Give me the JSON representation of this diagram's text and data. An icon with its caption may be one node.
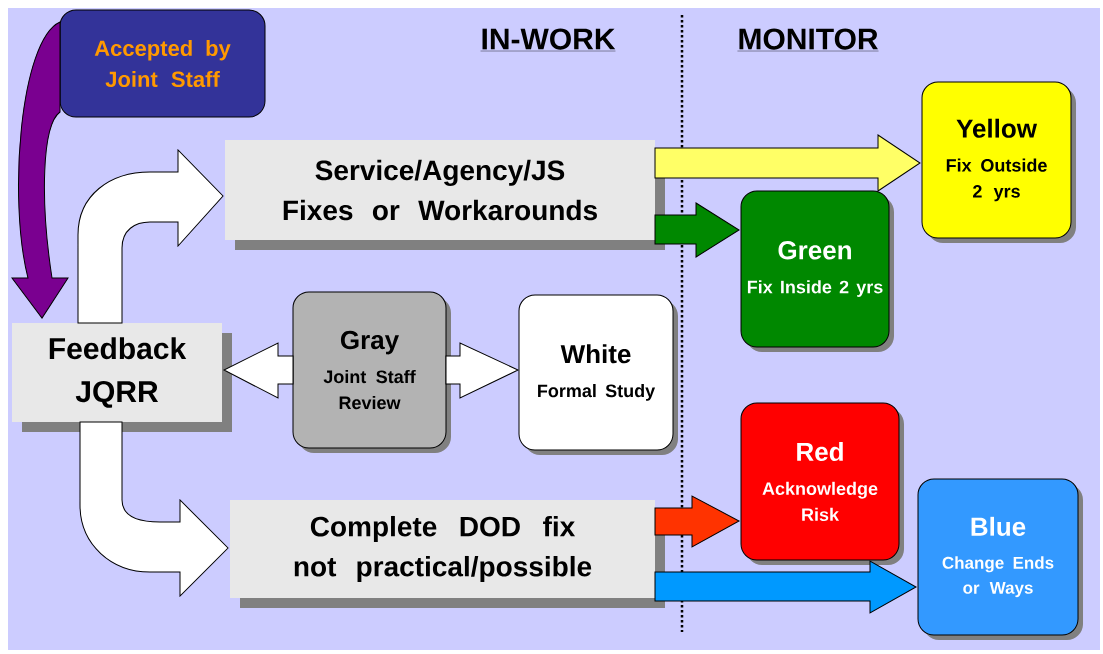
{
  "diagram": {
    "nodes": [
      {
        "text": [
          "Accepted by Joint Staff"
        ]
      },
      {
        "text": [
          "Service/Agency/JS Fixes or Workarounds"
        ]
      },
      {
        "text": [
          "Feedback JQRR"
        ]
      },
      {
        "text": [
          "Gray",
          "Joint Staff Review"
        ]
      },
      {
        "text": [
          "White",
          "Formal Study"
        ]
      },
      {
        "text": [
          "Complete DOD fix not practical/possible"
        ]
      },
      {
        "text": [
          "Yellow",
          "Fix Outside 2 yrs"
        ]
      },
      {
        "text": [
          "Green",
          "Fix Inside 2 yrs"
        ]
      },
      {
        "text": [
          "Red",
          "Acknowledge Risk"
        ]
      },
      {
        "text": [
          "Blue",
          "Change Ends or Ways"
        ]
      }
    ],
    "edges": [
      {
        "from": 0,
        "to": 2,
        "arrow": "to",
        "color": "#7a0090"
      },
      {
        "from": 2,
        "to": 1,
        "arrow": "to"
      },
      {
        "from": 2,
        "to": 5,
        "arrow": "to"
      },
      {
        "from": 3,
        "to": 2,
        "arrow": "to"
      },
      {
        "from": 3,
        "to": 4,
        "arrow": "to"
      },
      {
        "from": 1,
        "to": 6,
        "arrow": "to",
        "color": "#ffff66"
      },
      {
        "from": 1,
        "to": 7,
        "arrow": "to",
        "color": "#008800"
      },
      {
        "from": 5,
        "to": 8,
        "arrow": "to",
        "color": "#ff3300"
      },
      {
        "from": 5,
        "to": 9,
        "arrow": "to",
        "color": "#0099ff"
      }
    ],
    "labels": [
      "IN-WORK",
      "MONITOR"
    ]
  }
}
